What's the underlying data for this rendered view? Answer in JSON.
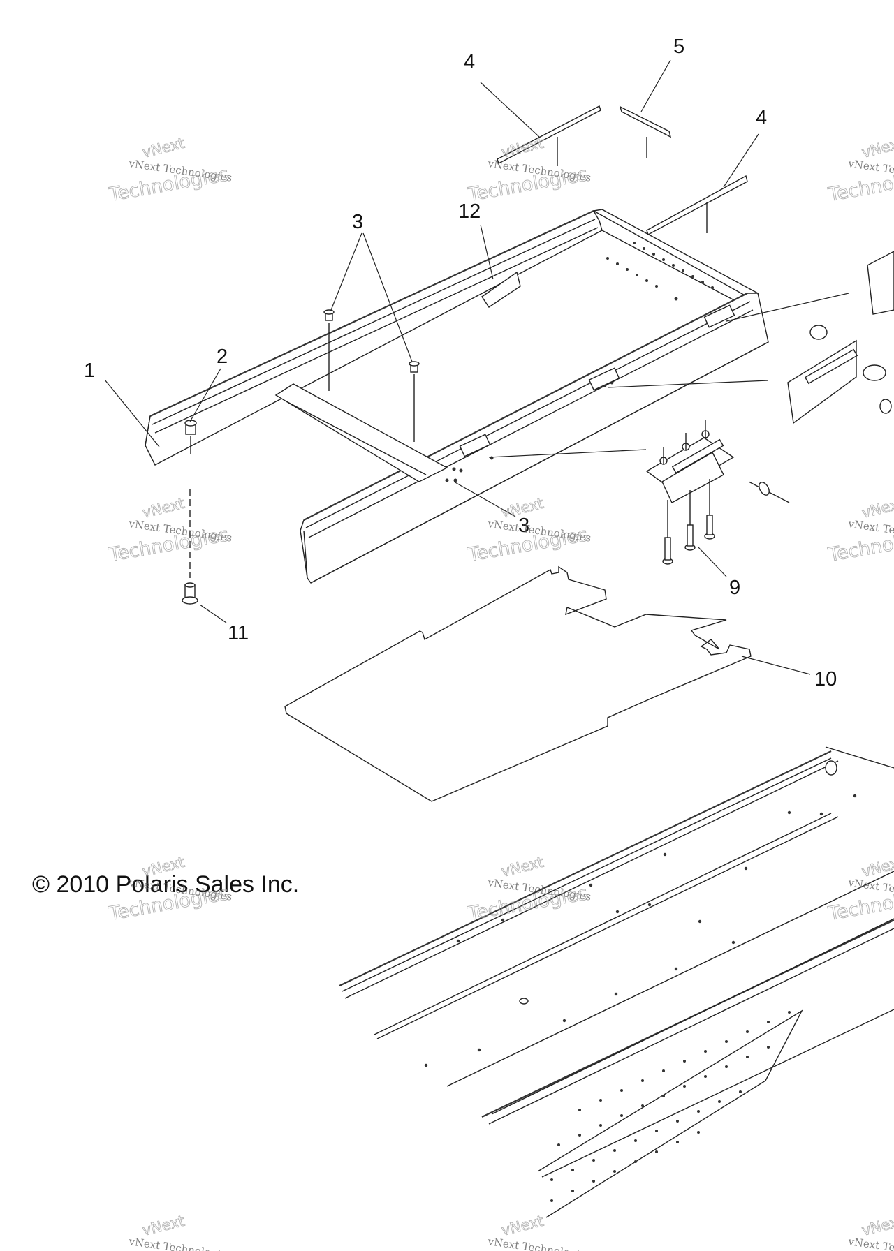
{
  "diagram": {
    "copyright": "© 2010 Polaris Sales Inc.",
    "callouts": {
      "c1": "1",
      "c2": "2",
      "c3a": "3",
      "c3b": "3",
      "c4a": "4",
      "c4b": "4",
      "c5": "5",
      "c9": "9",
      "c10": "10",
      "c11": "11",
      "c12": "12"
    },
    "watermark": {
      "line1": "vNext",
      "line2": "vNext Technologies",
      "line3": "Technologies"
    }
  }
}
